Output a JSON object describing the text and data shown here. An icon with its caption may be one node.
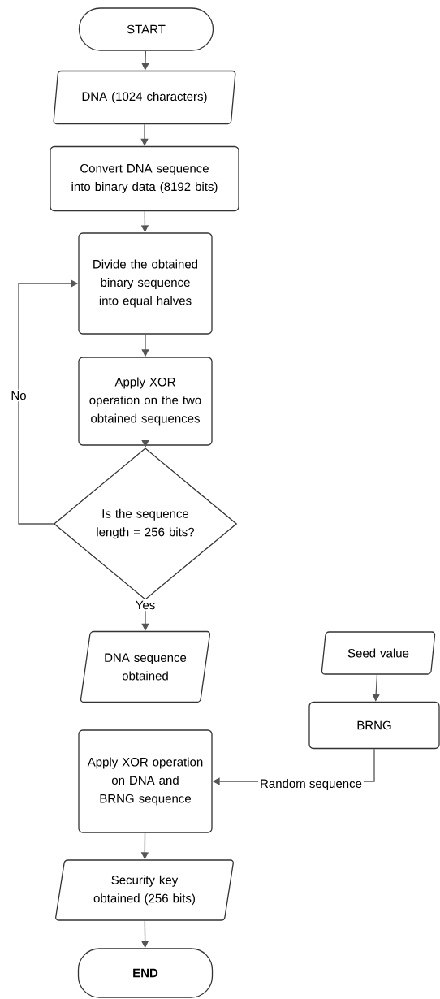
{
  "diagram": {
    "nodes": [
      {
        "text": [
          "START"
        ]
      },
      {
        "text": [
          "DNA  (1024 characters)"
        ]
      },
      {
        "text": [
          "Convert DNA sequence into binary data (8192  bits)"
        ]
      },
      {
        "text": [
          "Divide the obtained binary sequence into equal halves"
        ]
      },
      {
        "text": [
          "Apply XOR operation on the two obtained sequences"
        ]
      },
      {
        "text": [
          "Is the sequence length = 256 bits?"
        ]
      },
      {
        "text": [
          "DNA sequence obtained"
        ]
      },
      {
        "text": [
          "Seed value"
        ]
      },
      {
        "text": [
          "BRNG"
        ]
      },
      {
        "text": [
          "Apply XOR operation on DNA and BRNG sequence"
        ]
      },
      {
        "text": [
          "Security key obtained (256 bits)"
        ]
      },
      {
        "text": [
          "END"
        ]
      }
    ],
    "edges": [
      {
        "from": 0,
        "to": 1,
        "arrow": "to"
      },
      {
        "from": 1,
        "to": 2,
        "arrow": "to"
      },
      {
        "from": 2,
        "to": 3,
        "arrow": "to"
      },
      {
        "from": 3,
        "to": 4,
        "arrow": "to"
      },
      {
        "from": 4,
        "to": 5,
        "arrow": "to"
      },
      {
        "from": 5,
        "to": 3,
        "arrow": "to",
        "label": "No"
      },
      {
        "from": 5,
        "to": 6,
        "arrow": "to",
        "label": "Yes"
      },
      {
        "from": 7,
        "to": 8,
        "arrow": "to"
      },
      {
        "from": 8,
        "to": 9,
        "arrow": "to",
        "label": "Random sequence"
      },
      {
        "from": 9,
        "to": 10,
        "arrow": "to"
      },
      {
        "from": 10,
        "to": 11,
        "arrow": "to"
      }
    ]
  }
}
